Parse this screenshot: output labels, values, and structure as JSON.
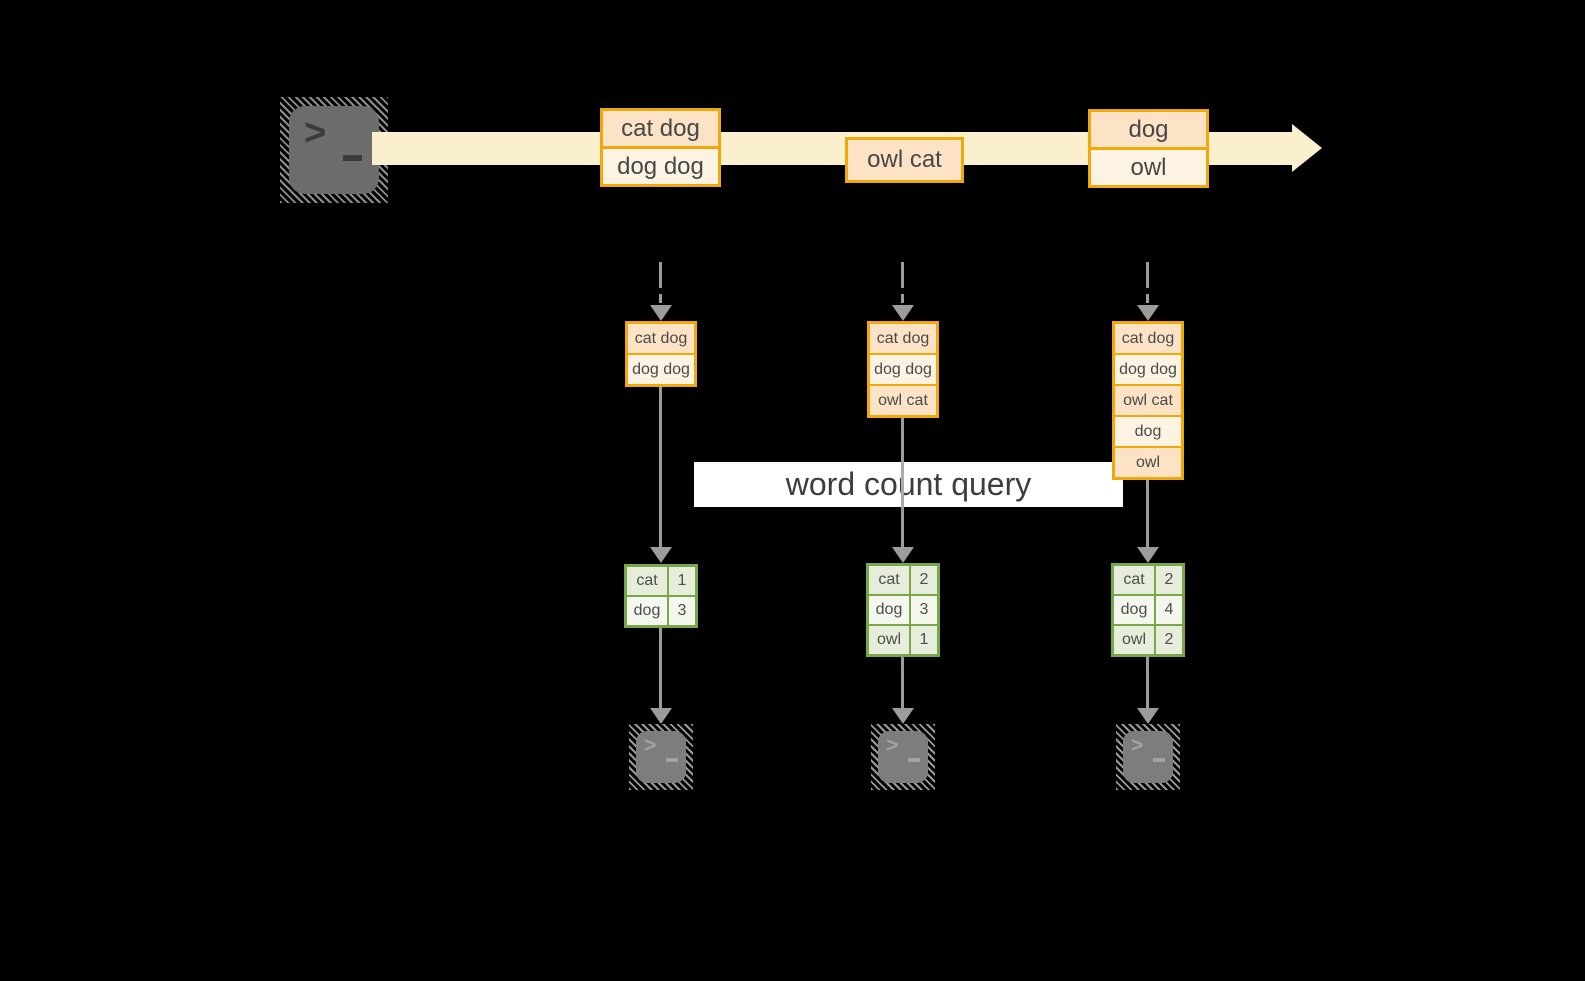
{
  "diagram": {
    "banner": {
      "label": "word count query"
    },
    "stream": {
      "batches": [
        {
          "lines": [
            "cat dog",
            "dog dog"
          ]
        },
        {
          "lines": [
            "owl cat"
          ]
        },
        {
          "lines": [
            "dog",
            "owl"
          ]
        }
      ]
    },
    "columns": [
      {
        "window": [
          "cat dog",
          "dog dog"
        ],
        "counts": [
          {
            "word": "cat",
            "count": "1"
          },
          {
            "word": "dog",
            "count": "3"
          }
        ]
      },
      {
        "window": [
          "cat dog",
          "dog dog",
          "owl cat"
        ],
        "counts": [
          {
            "word": "cat",
            "count": "2"
          },
          {
            "word": "dog",
            "count": "3"
          },
          {
            "word": "owl",
            "count": "1"
          }
        ]
      },
      {
        "window": [
          "cat dog",
          "dog dog",
          "owl cat",
          "dog",
          "owl"
        ],
        "counts": [
          {
            "word": "cat",
            "count": "2"
          },
          {
            "word": "dog",
            "count": "4"
          },
          {
            "word": "owl",
            "count": "2"
          }
        ]
      }
    ],
    "icons": {
      "source": "terminal-icon",
      "sinks": [
        "terminal-icon",
        "terminal-icon",
        "terminal-icon"
      ]
    },
    "colors": {
      "background": "#000000",
      "stream_band": "#fbf0cd",
      "box_border": "#f0a80a",
      "box_fill_dark": "#fce3c6",
      "box_fill_light": "#fdf3e3",
      "table_border": "#7aa64a",
      "table_fill_dark": "#e6eedb",
      "table_fill_light": "#f3f7ee",
      "arrow_gray": "#9c9c9c",
      "banner_bg": "#ffffff",
      "text": "#474747"
    }
  }
}
